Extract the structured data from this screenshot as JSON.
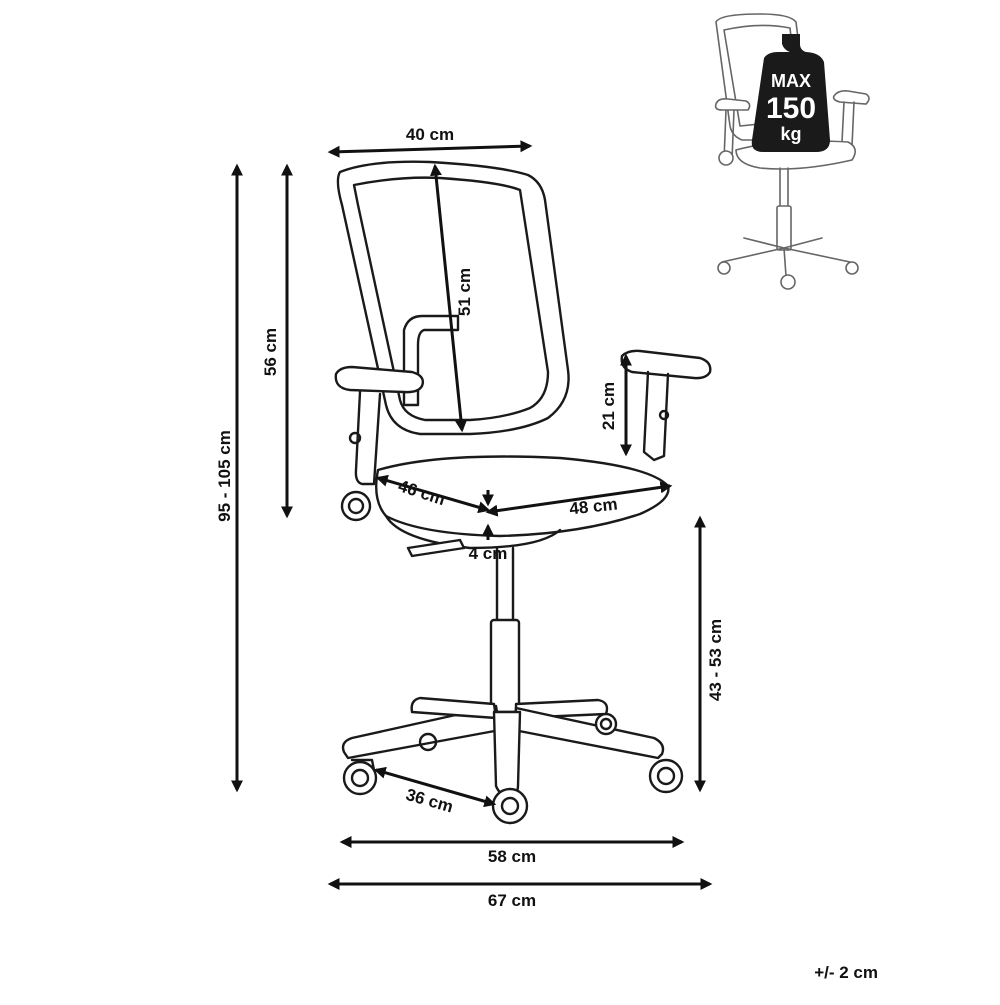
{
  "dimensions": {
    "backrest_width": "40 cm",
    "backrest_height": "51 cm",
    "back_height": "56 cm",
    "total_height": "95 - 105 cm",
    "armrest_height": "21 cm",
    "seat_depth": "46 cm",
    "seat_width": "48 cm",
    "seat_thickness": "4 cm",
    "seat_height": "43 - 53 cm",
    "leg_length": "36 cm",
    "base_width": "58 cm",
    "overall_width": "67 cm"
  },
  "max_load": {
    "label": "MAX",
    "value": "150",
    "unit": "kg"
  },
  "tolerance": "+/- 2 cm",
  "colors": {
    "line": "#1a1a1a",
    "inset": "#666666",
    "background": "#ffffff"
  }
}
